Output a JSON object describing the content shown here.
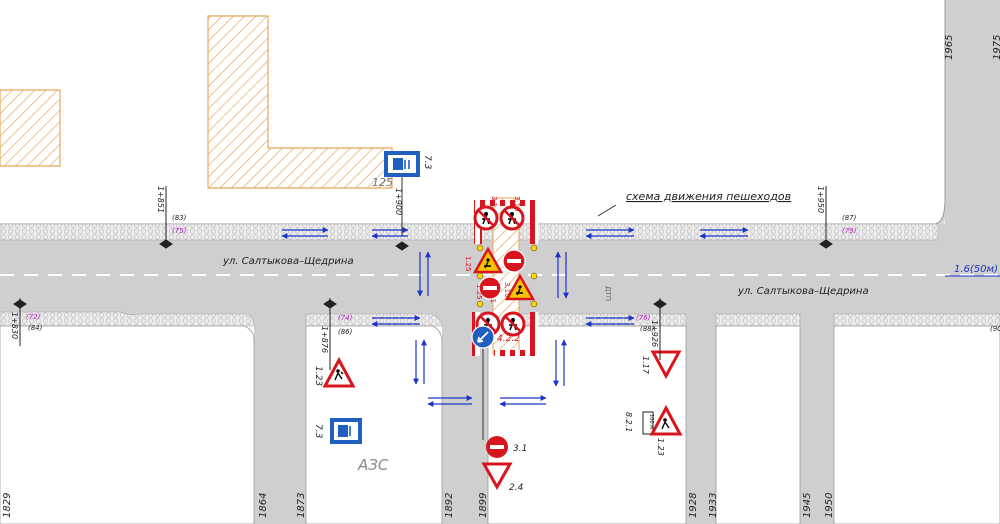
{
  "drawing": {
    "title": "схема движения пешеходов",
    "street_labels": [
      "ул. Салтыкова–Щедрина",
      "ул. Салтыкова–Щедрина"
    ],
    "speed_label": "1.6(50м)",
    "gas_station_label": "АЗС",
    "building_number": "125",
    "zone_label": "ДТП"
  },
  "chainages": [
    {
      "label": "1+851",
      "point": "(83)",
      "point_alt": "(75)"
    },
    {
      "label": "1+900"
    },
    {
      "label": "1+950",
      "point": "(87)",
      "point_alt": "(79)"
    },
    {
      "label": "1+830",
      "point": "(72)",
      "point_alt": "(84)"
    },
    {
      "label": "1+876",
      "point": "(74)",
      "point_alt": "(86)"
    },
    {
      "label": "1+926",
      "point": "(76)",
      "point_alt": "(88)"
    }
  ],
  "bottom_ticks": [
    "1829",
    "1864",
    "1873",
    "1892",
    "1899",
    "1928",
    "1933",
    "1945",
    "1950"
  ],
  "top_ticks": [
    "1965",
    "1975"
  ],
  "right_edge_label": "(90",
  "sign_codes": {
    "service_top": "7.3",
    "service_left": "7.3",
    "warn_left": "1.23",
    "right_upper": "1.17",
    "right_plate": "8.2.1",
    "right_lower": "1.23",
    "plate_text": "100 м",
    "detour": "4.2.2",
    "no_entry": "3.1",
    "yield": "2.4",
    "barrier_a": "3.10",
    "barrier_b": "1.25",
    "barrier_c": "3.10",
    "barrier_d": "1.25",
    "barrier_e": "3.1",
    "barrier_f": "3.1"
  },
  "colors": {
    "hatch": "#e8a75a",
    "road": "#cfcfcf",
    "sidewalk": "#e6e6e6",
    "sign_blue": "#1f5fbf",
    "sign_red": "#d8141e",
    "arrow": "#1a35c7",
    "magenta": "#b51fb5"
  }
}
